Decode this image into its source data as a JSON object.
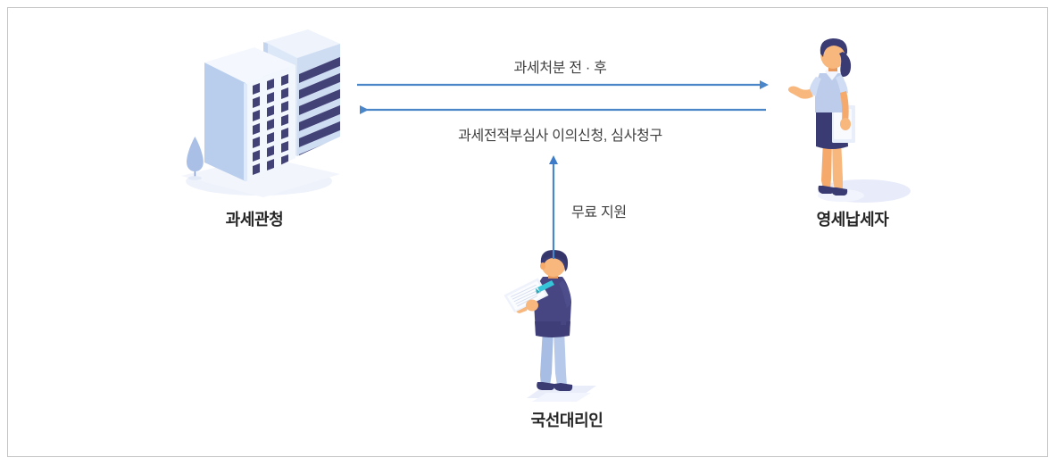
{
  "diagram": {
    "title_present": false,
    "background_color": "#ffffff",
    "border_color": "#c4c4c4",
    "arrow_color": "#4a86c8",
    "arrow_color_vertical": "#4a86c8",
    "nodes": [
      {
        "id": "tax-authority",
        "label": "과세관청",
        "icon": "office-building-icon",
        "position": "left"
      },
      {
        "id": "small-taxpayer",
        "label": "영세납세자",
        "icon": "standing-woman-icon",
        "position": "right"
      },
      {
        "id": "public-defender-agent",
        "label": "국선대리인",
        "icon": "man-with-clipboard-icon",
        "position": "bottom-center"
      }
    ],
    "flows": [
      {
        "id": "flow-forward",
        "label": "과세처분 전 · 후",
        "direction": "left-to-right",
        "from": "tax-authority",
        "to": "small-taxpayer"
      },
      {
        "id": "flow-backward",
        "label": "과세전적부심사 이의신청, 심사청구",
        "direction": "right-to-left",
        "from": "small-taxpayer",
        "to": "tax-authority"
      },
      {
        "id": "flow-support",
        "label": "무료 지원",
        "direction": "bottom-to-top",
        "from": "public-defender-agent",
        "to": "flow-backward"
      }
    ]
  },
  "palette": {
    "navy_dark": "#3b3b73",
    "navy": "#434277",
    "blue_light": "#b9cdec",
    "blue_pale": "#dfe8f7",
    "blue_face": "#eef3fc",
    "skin": "#f5a96a",
    "skin_light": "#f7b77d",
    "shirt_light": "#b9c9e8",
    "pants_light": "#a8bde4",
    "shadow": "#e8ecf8",
    "pen_cyan": "#36c5d8",
    "label_color": "#262626",
    "flow_text_color": "#404040"
  }
}
